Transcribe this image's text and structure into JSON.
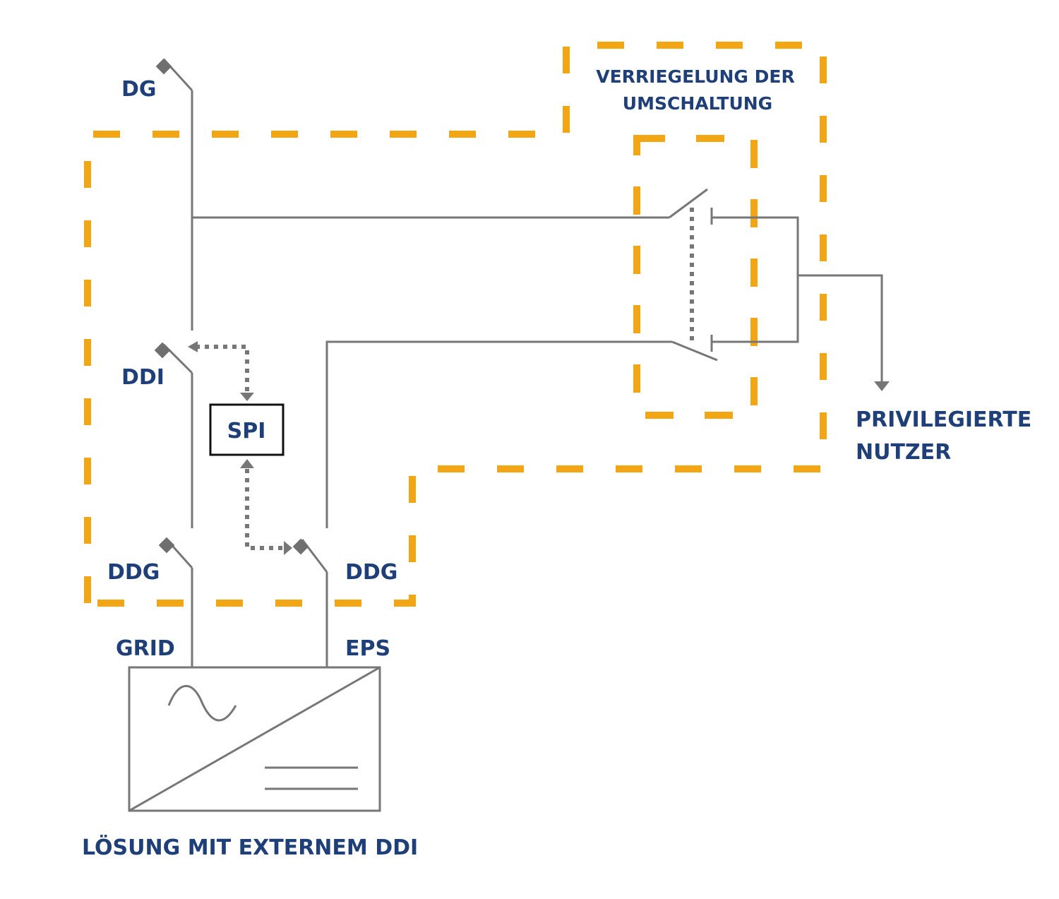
{
  "diagram": {
    "title": "LÖSUNG MIT EXTERNEM DDI",
    "colors": {
      "label": "#1f3f78",
      "wire": "#777777",
      "boundary": "#f2a614"
    },
    "labels": {
      "dg": "DG",
      "ddi": "DDI",
      "spi": "SPI",
      "ddg_left": "DDG",
      "ddg_right": "DDG",
      "grid": "GRID",
      "eps": "EPS",
      "interlock_line1": "VERRIEGELUNG DER",
      "interlock_line2": "UMSCHALTUNG",
      "privileged_line1": "PRIVILEGIERTE",
      "privileged_line2": "NUTZER"
    },
    "nodes": [
      {
        "id": "dg",
        "type": "switch",
        "label": "DG"
      },
      {
        "id": "ddi",
        "type": "switch",
        "label": "DDI"
      },
      {
        "id": "spi",
        "type": "box",
        "label": "SPI"
      },
      {
        "id": "ddg_grid",
        "type": "switch",
        "label": "DDG"
      },
      {
        "id": "ddg_eps",
        "type": "switch",
        "label": "DDG"
      },
      {
        "id": "inverter",
        "type": "inverter",
        "ports": [
          "GRID",
          "EPS"
        ]
      },
      {
        "id": "changeover",
        "type": "interlocked-switch",
        "label": "VERRIEGELUNG DER UMSCHALTUNG"
      },
      {
        "id": "privileged_users",
        "type": "load",
        "label": "PRIVILEGIERTE NUTZER"
      }
    ],
    "edges": [
      {
        "from": "inverter.GRID",
        "to": "ddg_grid",
        "style": "solid"
      },
      {
        "from": "ddg_grid",
        "to": "ddi",
        "style": "solid"
      },
      {
        "from": "ddi",
        "to": "changeover",
        "style": "solid"
      },
      {
        "from": "dg",
        "to": "changeover",
        "style": "solid"
      },
      {
        "from": "inverter.EPS",
        "to": "ddg_eps",
        "style": "solid"
      },
      {
        "from": "ddg_eps",
        "to": "changeover",
        "style": "solid"
      },
      {
        "from": "changeover",
        "to": "privileged_users",
        "style": "solid-arrow"
      },
      {
        "from": "spi",
        "to": "ddi",
        "style": "dotted-arrow"
      },
      {
        "from": "spi",
        "to": "ddg_eps",
        "style": "dotted-arrow"
      }
    ]
  }
}
